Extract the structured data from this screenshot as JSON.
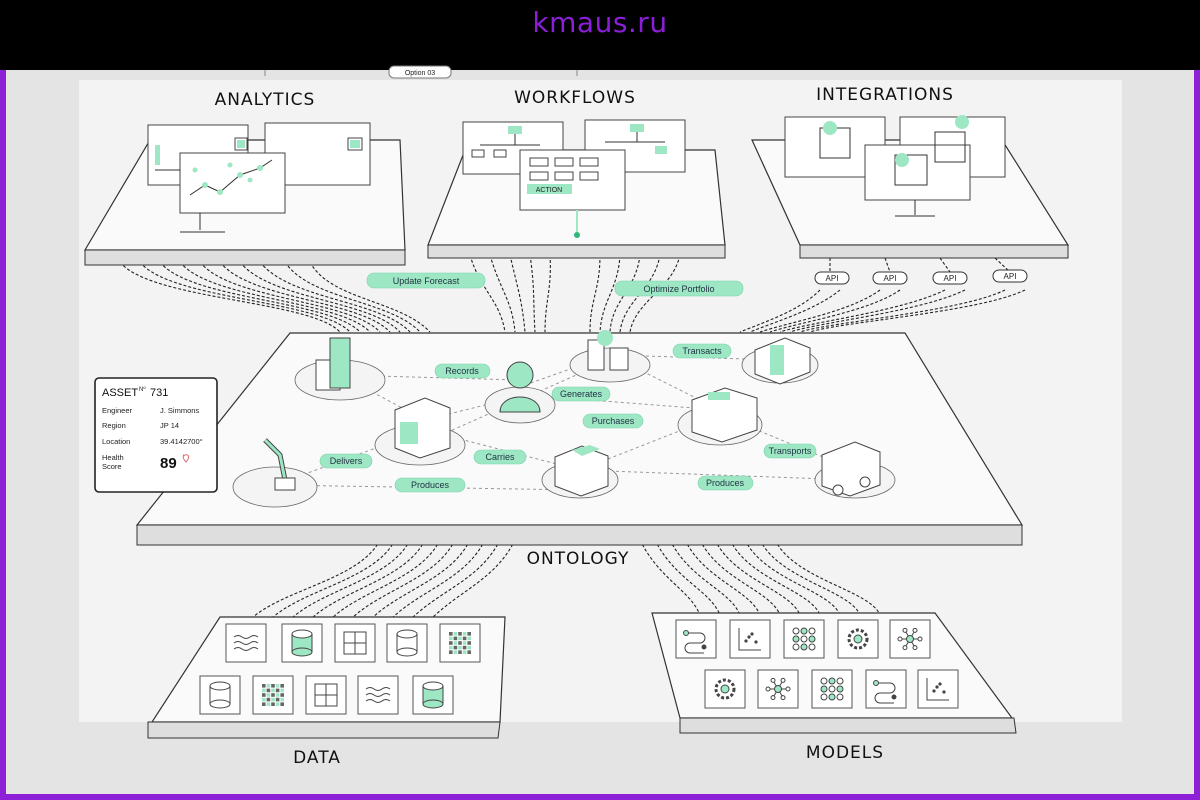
{
  "watermark": "kmaus.ru",
  "sections": {
    "analytics": "ANALYTICS",
    "workflows": "WORKFLOWS",
    "integrations": "INTEGRATIONS",
    "ontology": "ONTOLOGY",
    "data": "DATA",
    "models": "MODELS"
  },
  "top_cut_label": "Option 03",
  "workflow_action": "ACTION",
  "api_labels": [
    "API",
    "API",
    "API",
    "API"
  ],
  "flow_pills": {
    "update_forecast": "Update Forecast",
    "optimize_portfolio": "Optimize Portfolio"
  },
  "relations": {
    "records": "Records",
    "generates": "Generates",
    "transacts": "Transacts",
    "purchases": "Purchases",
    "delivers": "Delivers",
    "carries": "Carries",
    "transports": "Transports",
    "produces_1": "Produces",
    "produces_2": "Produces"
  },
  "asset_card": {
    "title": "ASSET",
    "number_prefix": "Nº",
    "number": "731",
    "rows": [
      {
        "label": "Engineer",
        "value": "J. Simmons"
      },
      {
        "label": "Region",
        "value": "JP 14"
      },
      {
        "label": "Location",
        "value": "39.4142700°"
      }
    ],
    "score_label_1": "Health",
    "score_label_2": "Score",
    "score": "89"
  },
  "colors": {
    "accent_green": "#9ee7c4",
    "frame_purple": "#8d1fd6",
    "watermark_purple": "#8a1fd8"
  },
  "data_icons": [
    "waves-icon",
    "database-green-icon",
    "grid-icon",
    "database-icon",
    "pattern-icon",
    "database-icon",
    "pattern-icon",
    "grid-icon",
    "waves-icon",
    "database-green-icon"
  ],
  "model_icons": [
    "flow-icon",
    "scatter-icon",
    "neural-net-icon",
    "gear-icon",
    "hub-icon",
    "gear-icon",
    "hub-icon",
    "neural-net-icon",
    "flow-icon",
    "scatter-icon"
  ]
}
